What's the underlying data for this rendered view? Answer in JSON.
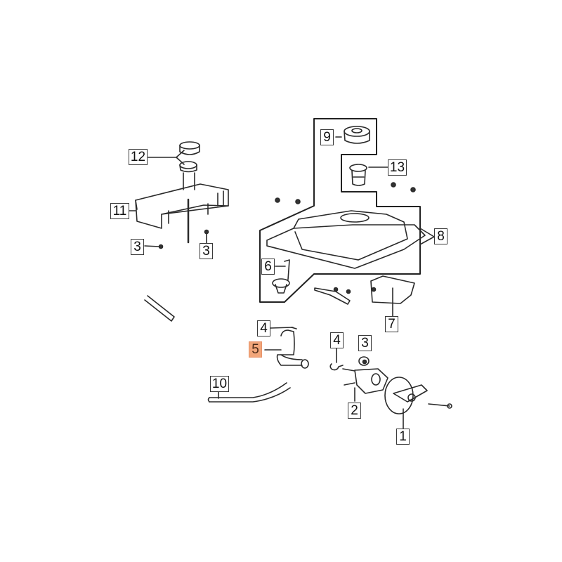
{
  "diagram": {
    "title": "Fuel tank assembly exploded parts diagram",
    "highlight_color": "#f2a67a",
    "selected_part": "5",
    "callouts": [
      {
        "id": "c12",
        "label": "12",
        "part": "fuel-filler-cap-assembly"
      },
      {
        "id": "c11",
        "label": "11",
        "part": "tank-cover-bracket"
      },
      {
        "id": "c3a",
        "label": "3",
        "part": "nut"
      },
      {
        "id": "c3b",
        "label": "3",
        "part": "nut"
      },
      {
        "id": "c9",
        "label": "9",
        "part": "fuel-tank-cap"
      },
      {
        "id": "c13",
        "label": "13",
        "part": "fuel-strainer"
      },
      {
        "id": "c8",
        "label": "8",
        "part": "fuel-tank"
      },
      {
        "id": "c6",
        "label": "6",
        "part": "fuel-drain-valve"
      },
      {
        "id": "c7",
        "label": "7",
        "part": "tank-mounting-bracket"
      },
      {
        "id": "c4a",
        "label": "4",
        "part": "hose-clamp"
      },
      {
        "id": "c5",
        "label": "5",
        "part": "fuel-hose"
      },
      {
        "id": "c4b",
        "label": "4",
        "part": "hose-clamp"
      },
      {
        "id": "c3c",
        "label": "3",
        "part": "nut"
      },
      {
        "id": "c10",
        "label": "10",
        "part": "vent-tube"
      },
      {
        "id": "c2",
        "label": "2",
        "part": "fuel-cock"
      },
      {
        "id": "c1",
        "label": "1",
        "part": "fuel-cock-cover"
      }
    ]
  }
}
